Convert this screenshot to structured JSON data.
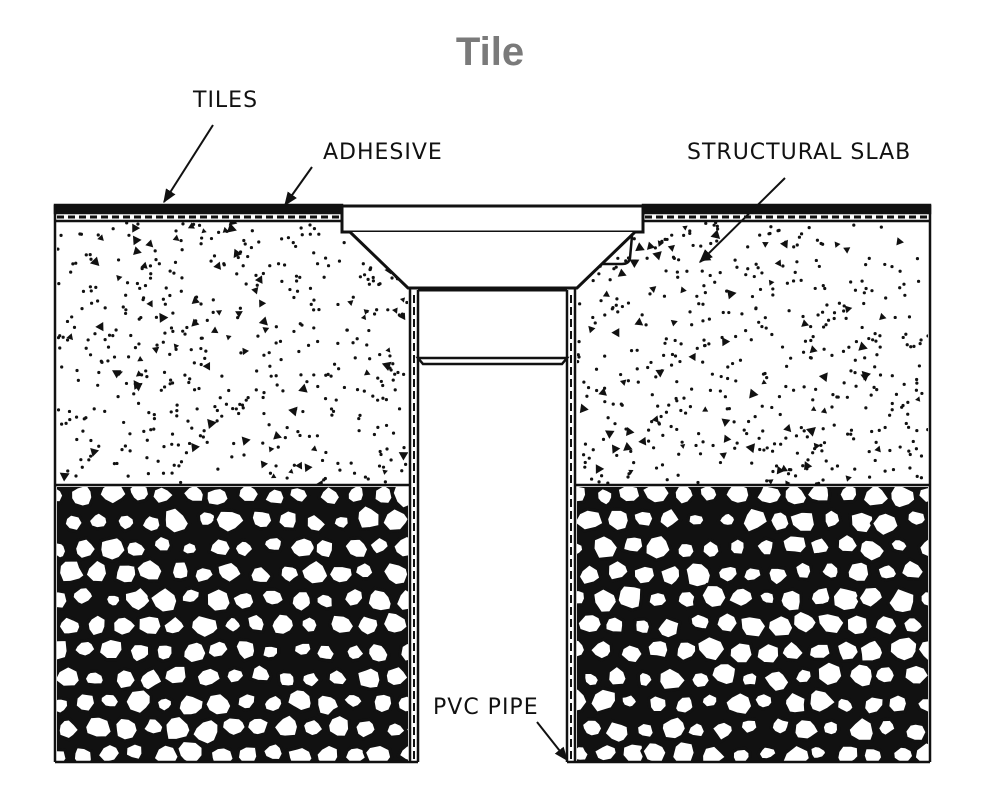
{
  "title": "Tile",
  "labels": {
    "tiles": "TILES",
    "adhesive": "ADHESIVE",
    "structural_slab": "STRUCTURAL SLAB",
    "pvc_pipe": "PVC PIPE"
  },
  "colors": {
    "title": "#7a7a7a",
    "line": "#111111"
  }
}
